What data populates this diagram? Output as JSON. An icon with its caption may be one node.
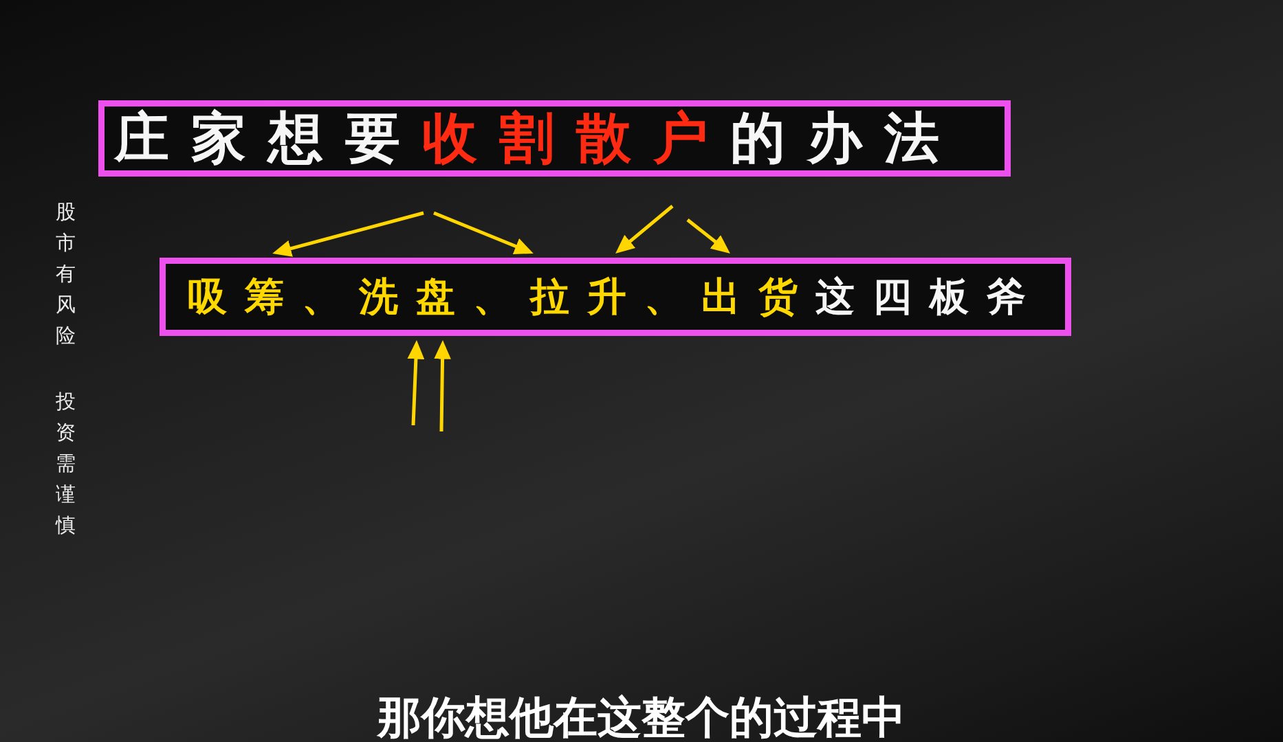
{
  "diagram": {
    "caption": "那你想他在这整个的过程中",
    "nodes": [
      {
        "text": [
          "庄家想要**收割散户**的办法"
        ]
      },
      {
        "text": [
          "**吸筹、洗盘、拉升、出货**这四板斧"
        ]
      }
    ],
    "edges": [
      {
        "from": null,
        "to": 1,
        "arrow": "to"
      },
      {
        "from": null,
        "to": 1,
        "arrow": "to"
      },
      {
        "from": null,
        "to": 1,
        "arrow": "to"
      },
      {
        "from": null,
        "to": 1,
        "arrow": "to"
      },
      {
        "from": null,
        "to": 1,
        "arrow": "to"
      },
      {
        "from": null,
        "to": 1,
        "arrow": "to"
      }
    ],
    "labels": [
      "股市有风险",
      "投资需谨慎"
    ]
  }
}
